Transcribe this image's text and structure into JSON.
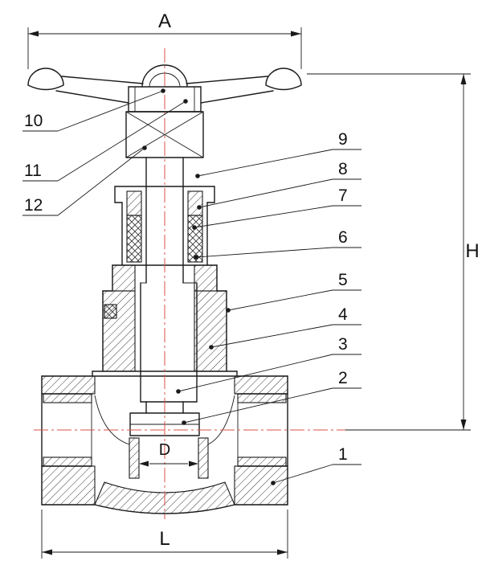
{
  "diagram": {
    "dimensions": {
      "A": "A",
      "H": "H",
      "D": "D",
      "L": "L"
    },
    "part_labels": [
      "1",
      "2",
      "3",
      "4",
      "5",
      "6",
      "7",
      "8",
      "9",
      "10",
      "11",
      "12"
    ],
    "colors": {
      "outline": "#1a1a1a",
      "centerline": "#dd5148",
      "hatch": "#3a3a3a",
      "background": "#ffffff"
    }
  }
}
